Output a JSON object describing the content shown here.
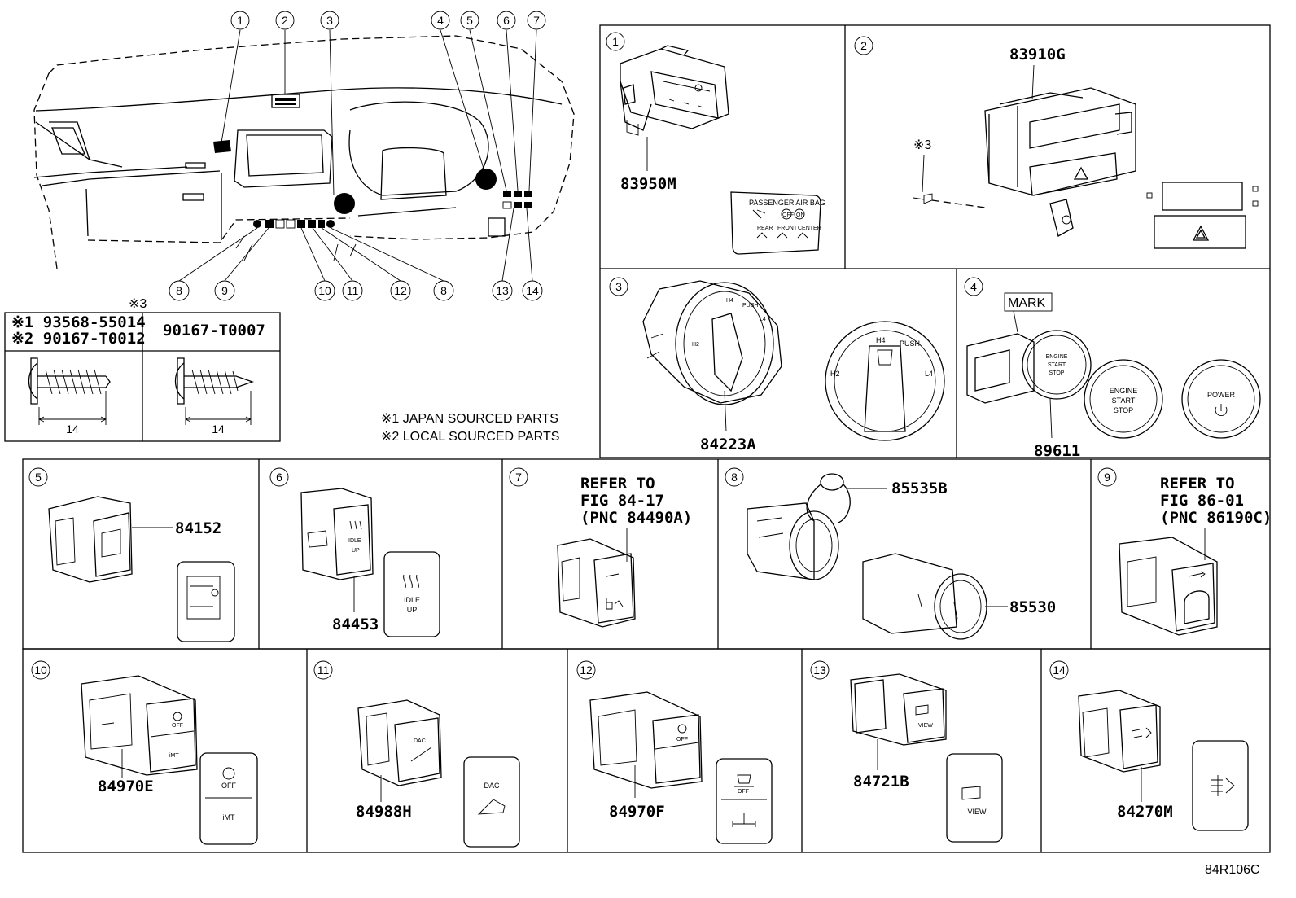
{
  "overview": {
    "callouts": [
      "1",
      "2",
      "3",
      "4",
      "5",
      "6",
      "7",
      "8",
      "9",
      "10",
      "11",
      "12",
      "13",
      "14"
    ],
    "screw_mark": "※3"
  },
  "screw_table": {
    "left_line1": "※1 93568-55014",
    "left_line2": "※2 90167-T0012",
    "right": "90167-T0007",
    "dim_left": "14",
    "dim_right": "14"
  },
  "legend": {
    "line1": "※1 JAPAN SOURCED PARTS",
    "line2": "※2 LOCAL SOURCED PARTS"
  },
  "panels": {
    "p1": {
      "num": "1",
      "part": "83950M",
      "label_title": "PASSENGER AIR BAG",
      "label_off": "OFF",
      "label_on": "ON",
      "seat_labels": [
        "REAR",
        "FRONT",
        "CENTER"
      ]
    },
    "p2": {
      "num": "2",
      "part": "83910G",
      "screw_mark": "※3"
    },
    "p3": {
      "num": "3",
      "part": "84223A",
      "dial": [
        "H2",
        "H4",
        "PUSH",
        "L4"
      ]
    },
    "p4": {
      "num": "4",
      "part": "89611",
      "mark": "MARK",
      "btn1": [
        "ENGINE",
        "START",
        "STOP"
      ],
      "btn2": [
        "ENGINE",
        "START",
        "STOP"
      ],
      "btn3": "POWER"
    },
    "p5": {
      "num": "5",
      "part": "84152"
    },
    "p6": {
      "num": "6",
      "part": "84453",
      "icon_text": [
        "IDLE",
        "UP"
      ]
    },
    "p7": {
      "num": "7",
      "refer": [
        "REFER TO",
        "FIG 84-17",
        "(PNC 84490A)"
      ]
    },
    "p8": {
      "num": "8",
      "part_a": "85535B",
      "part_b": "85530"
    },
    "p9": {
      "num": "9",
      "refer": [
        "REFER TO",
        "FIG 86-01",
        "(PNC 86190C)"
      ]
    },
    "p10": {
      "num": "10",
      "part": "84970E",
      "icon_top": "OFF",
      "icon_bottom": "iMT"
    },
    "p11": {
      "num": "11",
      "part": "84988H",
      "icon": "DAC"
    },
    "p12": {
      "num": "12",
      "part": "84970F",
      "icon_top": "OFF"
    },
    "p13": {
      "num": "13",
      "part": "84721B",
      "icon": "VIEW"
    },
    "p14": {
      "num": "14",
      "part": "84270M"
    }
  },
  "footer": {
    "code": "84R106C"
  }
}
